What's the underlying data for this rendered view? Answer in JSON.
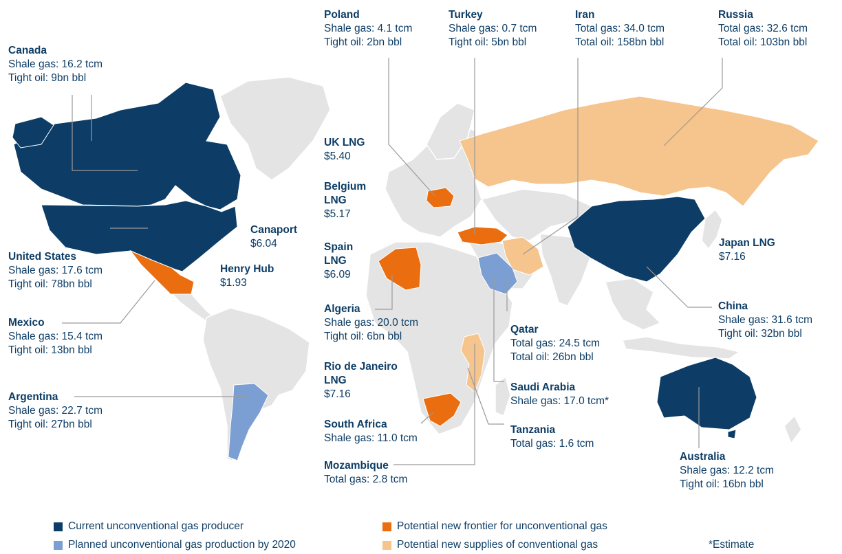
{
  "colors": {
    "current": "#0d3d66",
    "planned": "#7b9fd3",
    "frontier": "#ea6d0f",
    "conventional": "#f6c48d",
    "land": "#e4e4e4",
    "leader": "#9a9a9a",
    "text": "#0d3d66"
  },
  "labels": {
    "canada": {
      "title": "Canada",
      "lines": [
        "Shale gas: 16.2 tcm",
        "Tight oil: 9bn bbl"
      ]
    },
    "united_states": {
      "title": "United States",
      "lines": [
        "Shale gas: 17.6 tcm",
        "Tight oil: 78bn bbl"
      ]
    },
    "mexico": {
      "title": "Mexico",
      "lines": [
        "Shale gas: 15.4 tcm",
        "Tight oil: 13bn bbl"
      ]
    },
    "argentina": {
      "title": "Argentina",
      "lines": [
        "Shale gas: 22.7 tcm",
        "Tight oil: 27bn bbl"
      ]
    },
    "canaport": {
      "title": "Canaport",
      "lines": [
        "$6.04"
      ]
    },
    "henry_hub": {
      "title": "Henry Hub",
      "lines": [
        "$1.93"
      ]
    },
    "poland": {
      "title": "Poland",
      "lines": [
        "Shale gas: 4.1 tcm",
        "Tight oil: 2bn bbl"
      ]
    },
    "turkey": {
      "title": "Turkey",
      "lines": [
        "Shale gas: 0.7 tcm",
        "Tight oil: 5bn bbl"
      ]
    },
    "iran": {
      "title": "Iran",
      "lines": [
        "Total gas: 34.0 tcm",
        "Total oil: 158bn bbl"
      ]
    },
    "russia": {
      "title": "Russia",
      "lines": [
        "Total gas: 32.6 tcm",
        "Total oil: 103bn bbl"
      ]
    },
    "uk_lng": {
      "title": "UK LNG",
      "lines": [
        "$5.40"
      ]
    },
    "belgium_lng": {
      "title": "Belgium LNG",
      "lines": [
        "$5.17"
      ]
    },
    "spain_lng": {
      "title": "Spain LNG",
      "lines": [
        "$6.09"
      ]
    },
    "algeria": {
      "title": "Algeria",
      "lines": [
        "Shale gas: 20.0 tcm",
        "Tight oil: 6bn bbl"
      ]
    },
    "rio_lng": {
      "title": "Rio de Janeiro LNG",
      "lines": [
        "$7.16"
      ]
    },
    "south_africa": {
      "title": "South Africa",
      "lines": [
        "Shale gas: 11.0 tcm"
      ]
    },
    "mozambique": {
      "title": "Mozambique",
      "lines": [
        "Total gas: 2.8 tcm"
      ]
    },
    "qatar": {
      "title": "Qatar",
      "lines": [
        "Total gas: 24.5 tcm",
        "Total oil: 26bn bbl"
      ]
    },
    "saudi_arabia": {
      "title": "Saudi Arabia",
      "lines": [
        "Shale gas: 17.0 tcm*"
      ]
    },
    "tanzania": {
      "title": "Tanzania",
      "lines": [
        "Total gas: 1.6 tcm"
      ]
    },
    "japan_lng": {
      "title": "Japan LNG",
      "lines": [
        "$7.16"
      ]
    },
    "china": {
      "title": "China",
      "lines": [
        "Shale gas: 31.6 tcm",
        "Tight oil: 32bn bbl"
      ]
    },
    "australia": {
      "title": "Australia",
      "lines": [
        "Shale gas: 12.2 tcm",
        "Tight oil: 16bn bbl"
      ]
    }
  },
  "legend": [
    {
      "key": "current",
      "label": "Current unconventional gas producer"
    },
    {
      "key": "planned",
      "label": "Planned unconventional gas production by 2020"
    },
    {
      "key": "frontier",
      "label": "Potential new frontier for unconventional gas"
    },
    {
      "key": "conventional",
      "label": "Potential new supplies of conventional gas"
    }
  ],
  "footnote": "*Estimate"
}
